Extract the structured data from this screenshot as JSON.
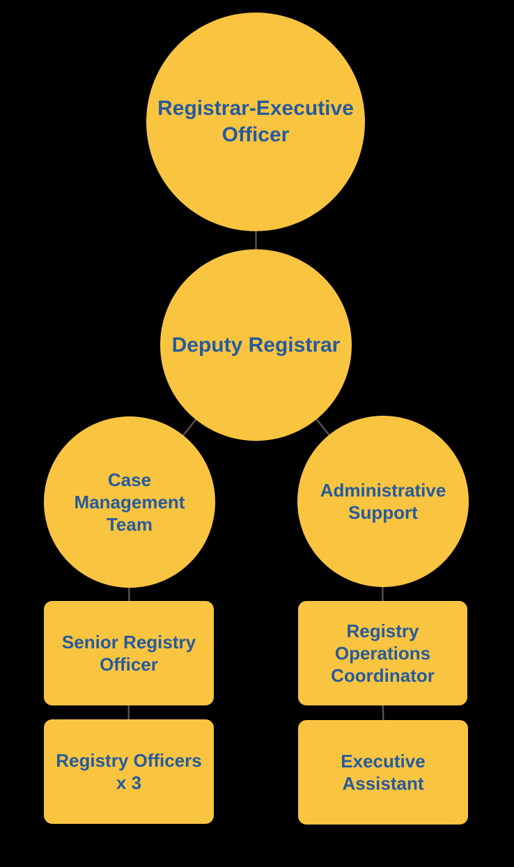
{
  "diagram_type": "org-chart",
  "colors": {
    "background": "#000000",
    "node_fill": "#F9C440",
    "label_text": "#265B9D",
    "connector": "#535353"
  },
  "nodes": {
    "registrar": {
      "label": "Registrar-Executive\nOfficer",
      "shape": "circle"
    },
    "deputy": {
      "label": "Deputy Registrar",
      "shape": "circle"
    },
    "case_team": {
      "label": "Case\nManagement\nTeam",
      "shape": "circle"
    },
    "admin_support": {
      "label": "Administrative\nSupport",
      "shape": "circle"
    },
    "senior_registry_officer": {
      "label": "Senior Registry\nOfficer",
      "shape": "rounded-rectangle"
    },
    "registry_ops_coordinator": {
      "label": "Registry\nOperations\nCoordinator",
      "shape": "rounded-rectangle"
    },
    "registry_officers": {
      "label": "Registry Officers\nx 3",
      "shape": "rounded-rectangle"
    },
    "executive_assistant": {
      "label": "Executive\nAssistant",
      "shape": "rounded-rectangle"
    }
  },
  "edges": [
    {
      "from": "registrar",
      "to": "deputy"
    },
    {
      "from": "deputy",
      "to": "case_team"
    },
    {
      "from": "deputy",
      "to": "admin_support"
    },
    {
      "from": "case_team",
      "to": "senior_registry_officer"
    },
    {
      "from": "senior_registry_officer",
      "to": "registry_officers"
    },
    {
      "from": "admin_support",
      "to": "registry_ops_coordinator"
    },
    {
      "from": "registry_ops_coordinator",
      "to": "executive_assistant"
    }
  ]
}
